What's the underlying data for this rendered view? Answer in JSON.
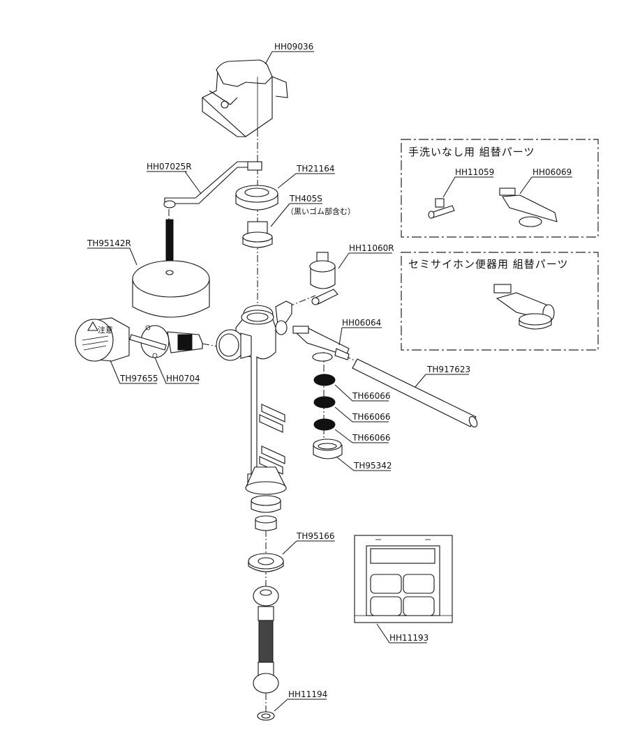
{
  "diagram": {
    "type": "exploded-parts-diagram",
    "parts": [
      {
        "id": "hh09036",
        "code": "HH09036"
      },
      {
        "id": "hh07025r",
        "code": "HH07025R"
      },
      {
        "id": "th21164",
        "code": "TH21164"
      },
      {
        "id": "th405s",
        "code": "TH405S",
        "note": "（黒いゴム部含む）"
      },
      {
        "id": "th95142r",
        "code": "TH95142R"
      },
      {
        "id": "hh11060r",
        "code": "HH11060R"
      },
      {
        "id": "hh06064",
        "code": "HH06064"
      },
      {
        "id": "th97655",
        "code": "TH97655"
      },
      {
        "id": "hh0704",
        "code": "HH0704"
      },
      {
        "id": "th917623",
        "code": "TH917623"
      },
      {
        "id": "th66066a",
        "code": "TH66066"
      },
      {
        "id": "th66066b",
        "code": "TH66066"
      },
      {
        "id": "th66066c",
        "code": "TH66066"
      },
      {
        "id": "th95342",
        "code": "TH95342"
      },
      {
        "id": "th95166",
        "code": "TH95166"
      },
      {
        "id": "hh11193",
        "code": "HH11193"
      },
      {
        "id": "hh11194",
        "code": "HH11194"
      }
    ],
    "boxes": [
      {
        "title": "手洗いなし用  組替パーツ",
        "parts": [
          {
            "code": "HH11059"
          },
          {
            "code": "HH06069"
          }
        ]
      },
      {
        "title": "セミサイホン便器用  組替パーツ",
        "parts": []
      }
    ],
    "caution_label": {
      "title": "注意"
    }
  }
}
